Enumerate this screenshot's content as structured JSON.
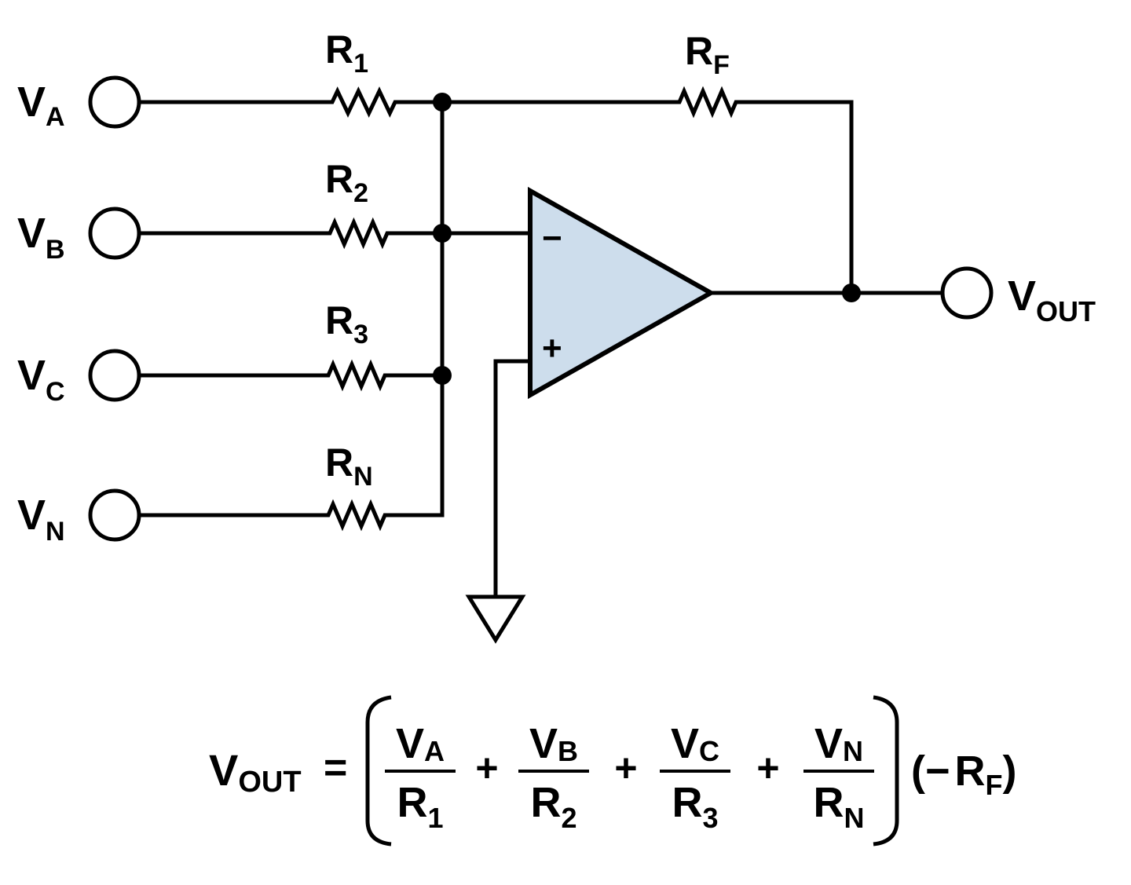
{
  "inputs": [
    {
      "main": "V",
      "sub": "A"
    },
    {
      "main": "V",
      "sub": "B"
    },
    {
      "main": "V",
      "sub": "C"
    },
    {
      "main": "V",
      "sub": "N"
    }
  ],
  "resistors": [
    {
      "main": "R",
      "sub": "1"
    },
    {
      "main": "R",
      "sub": "2"
    },
    {
      "main": "R",
      "sub": "3"
    },
    {
      "main": "R",
      "sub": "N"
    }
  ],
  "feedback": {
    "main": "R",
    "sub": "F"
  },
  "output": {
    "main": "V",
    "sub": "OUT"
  },
  "opamp": {
    "inverting": "−",
    "noninverting": "+",
    "fill": "#cdddec"
  },
  "formula": {
    "lhs": {
      "main": "V",
      "sub": "OUT"
    },
    "equals": "=",
    "terms": [
      {
        "num": "V",
        "num_sub": "A",
        "den": "R",
        "den_sub": "1"
      },
      {
        "num": "V",
        "num_sub": "B",
        "den": "R",
        "den_sub": "2"
      },
      {
        "num": "V",
        "num_sub": "C",
        "den": "R",
        "den_sub": "3"
      },
      {
        "num": "V",
        "num_sub": "N",
        "den": "R",
        "den_sub": "N"
      }
    ],
    "plus": "+",
    "factor": {
      "open": "(",
      "minus": "−",
      "main": "R",
      "sub": "F",
      "close": ")"
    }
  }
}
